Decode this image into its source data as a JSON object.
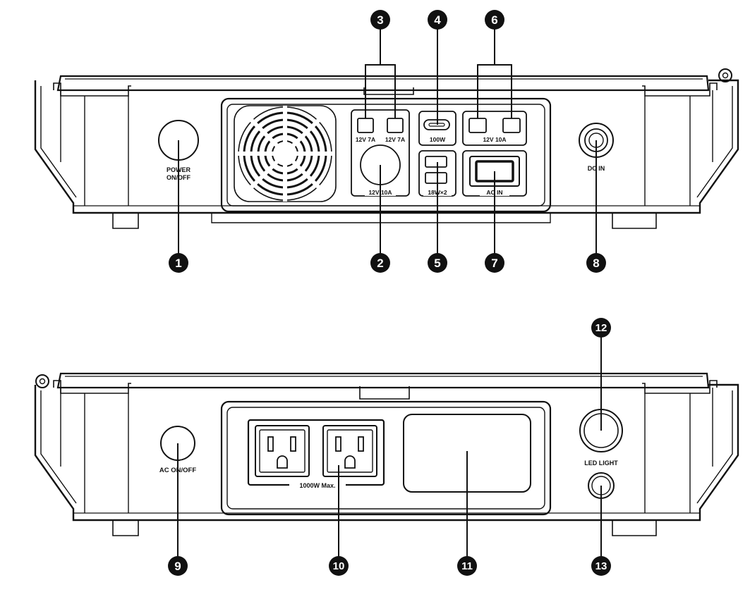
{
  "front_panel": {
    "power_label_line1": "POWER",
    "power_label_line2": "ON/OFF",
    "car_port_left_label": "12V 7A",
    "car_port_right_label": "12V 7A",
    "cig_socket_label": "12V 10A",
    "usbc_label": "100W",
    "usba_label": "18W×2",
    "dc_out_label": "12V 10A",
    "ac_in_label": "AC IN",
    "dc_in_label": "DC IN"
  },
  "rear_panel": {
    "ac_switch_label": "AC  ON/OFF",
    "outlets_label": "1000W Max.",
    "led_light_label": "LED  LIGHT"
  },
  "callouts": {
    "c1": "1",
    "c2": "2",
    "c3": "3",
    "c4": "4",
    "c5": "5",
    "c6": "6",
    "c7": "7",
    "c8": "8",
    "c9": "9",
    "c10": "10",
    "c11": "11",
    "c12": "12",
    "c13": "13"
  }
}
